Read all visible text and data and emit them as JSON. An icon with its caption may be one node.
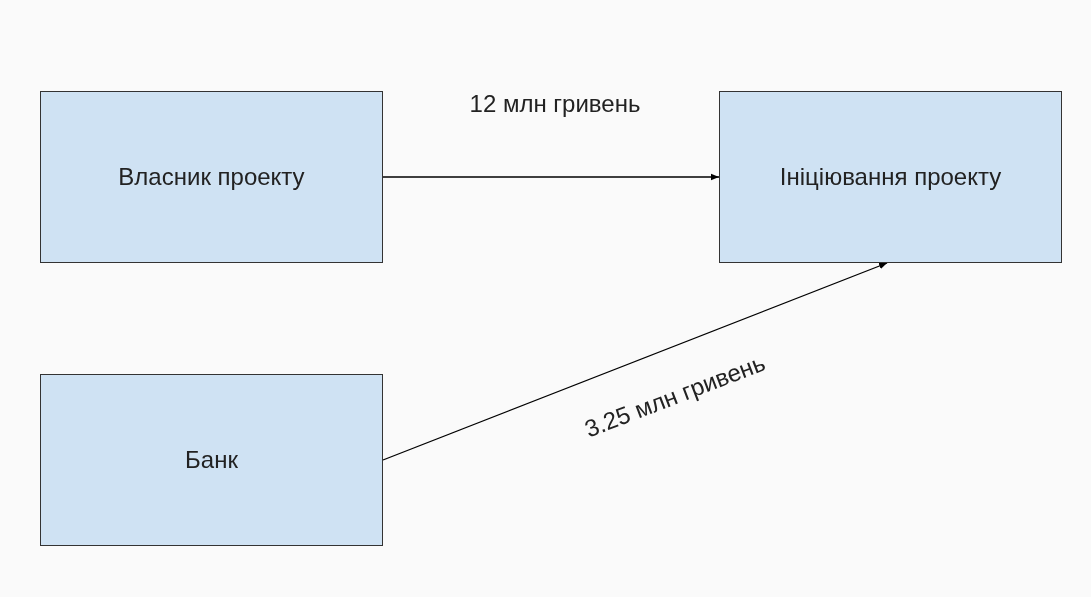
{
  "diagram": {
    "nodes": [
      {
        "text": [
          "Власник проекту"
        ]
      },
      {
        "text": [
          "Ініціювання проекту"
        ]
      },
      {
        "text": [
          "Банк"
        ]
      }
    ],
    "edges": [
      {
        "from": 0,
        "to": 1,
        "arrow": "to",
        "label": "12 млн гривень"
      },
      {
        "from": 2,
        "to": 1,
        "arrow": "to",
        "label": "3.25 млн гривень"
      }
    ]
  }
}
